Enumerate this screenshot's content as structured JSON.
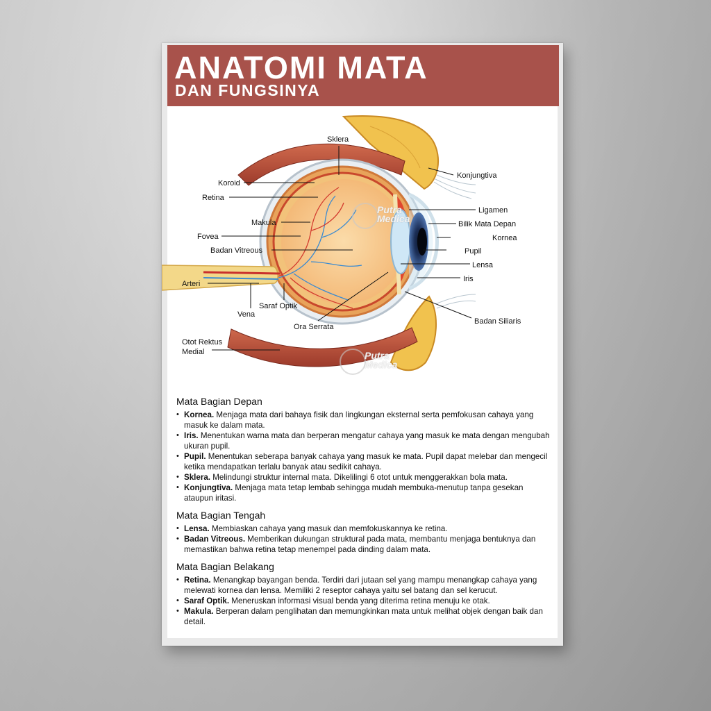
{
  "header": {
    "title": "ANATOMI MATA",
    "subtitle": "DAN FUNGSINYA"
  },
  "labels": {
    "sklera": "Sklera",
    "koroid": "Koroid",
    "retina": "Retina",
    "makula": "Makula",
    "fovea": "Fovea",
    "badan_vitreous": "Badan Vitreous",
    "arteri": "Arteri",
    "saraf_optik": "Saraf Optik",
    "vena": "Vena",
    "ora_serrata": "Ora Serrata",
    "otot_rektus_1": "Otot Rektus",
    "otot_rektus_2": "Medial",
    "konjungtiva": "Konjungtiva",
    "ligamen": "Ligamen",
    "bilik_mata_depan": "Bilik Mata Depan",
    "kornea": "Kornea",
    "pupil": "Pupil",
    "lensa": "Lensa",
    "iris": "Iris",
    "badan_siliaris": "Badan Siliaris"
  },
  "watermark": {
    "line1": "Putra",
    "line2": "Medica"
  },
  "sections": [
    {
      "title": "Mata Bagian Depan",
      "items": [
        {
          "term": "Kornea.",
          "text": " Menjaga mata dari bahaya fisik dan lingkungan eksternal serta pemfokusan cahaya yang masuk ke dalam mata."
        },
        {
          "term": "Iris.",
          "text": " Menentukan warna mata dan berperan mengatur cahaya yang masuk ke mata dengan mengubah ukuran pupil."
        },
        {
          "term": "Pupil.",
          "text": " Menentukan seberapa banyak cahaya yang masuk ke mata. Pupil dapat melebar dan mengecil ketika mendapatkan terlalu banyak atau sedikit cahaya."
        },
        {
          "term": "Sklera.",
          "text": " Melindungi struktur internal mata. Dikelilingi 6 otot untuk menggerakkan bola mata."
        },
        {
          "term": "Konjungtiva.",
          "text": " Menjaga mata tetap lembab sehingga mudah membuka-menutup tanpa gesekan ataupun iritasi."
        }
      ]
    },
    {
      "title": "Mata Bagian Tengah",
      "items": [
        {
          "term": "Lensa.",
          "text": " Membiaskan cahaya yang masuk dan memfokuskannya ke retina."
        },
        {
          "term": "Badan Vitreous.",
          "text": " Memberikan dukungan struktural pada mata, membantu menjaga bentuknya dan memastikan bahwa retina tetap menempel pada dinding dalam mata."
        }
      ]
    },
    {
      "title": "Mata Bagian Belakang",
      "items": [
        {
          "term": "Retina.",
          "text": " Menangkap bayangan benda. Terdiri dari jutaan sel yang mampu menangkap cahaya yang melewati kornea dan lensa. Memiliki 2 reseptor cahaya yaitu sel batang dan sel kerucut."
        },
        {
          "term": "Saraf Optik.",
          "text": " Meneruskan informasi visual benda yang diterima retina menuju ke otak."
        },
        {
          "term": "Makula.",
          "text": " Berperan dalam penglihatan dan memungkinkan mata untuk melihat objek dengan baik dan detail."
        }
      ]
    }
  ]
}
